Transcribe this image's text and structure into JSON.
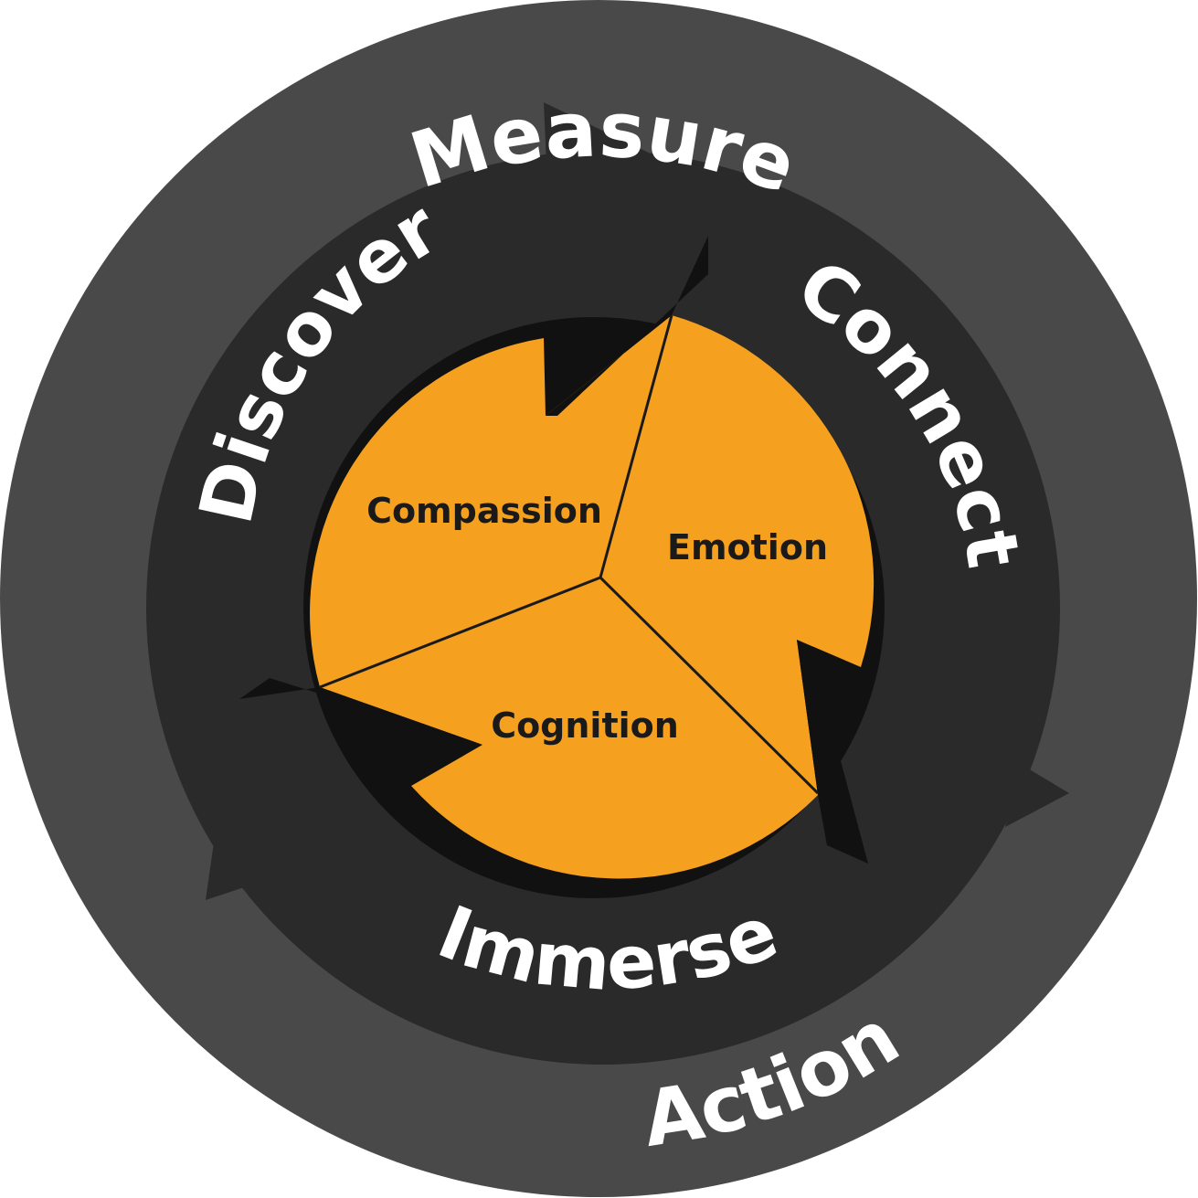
{
  "outer_ring": {
    "labels": [
      "Measure",
      "Action"
    ]
  },
  "cycle": {
    "labels": [
      "Discover",
      "Connect",
      "Immerse"
    ]
  },
  "core": {
    "segments": [
      "Compassion",
      "Emotion",
      "Cognition"
    ]
  },
  "colors": {
    "outer_ring": "#4a494a",
    "inner_disc": "#2b2a2b",
    "shadow": "#111111",
    "core": "#f5a11f",
    "core_divider": "#1a1a1a",
    "label_text": "#ffffff",
    "core_text": "#1a1a1a"
  }
}
